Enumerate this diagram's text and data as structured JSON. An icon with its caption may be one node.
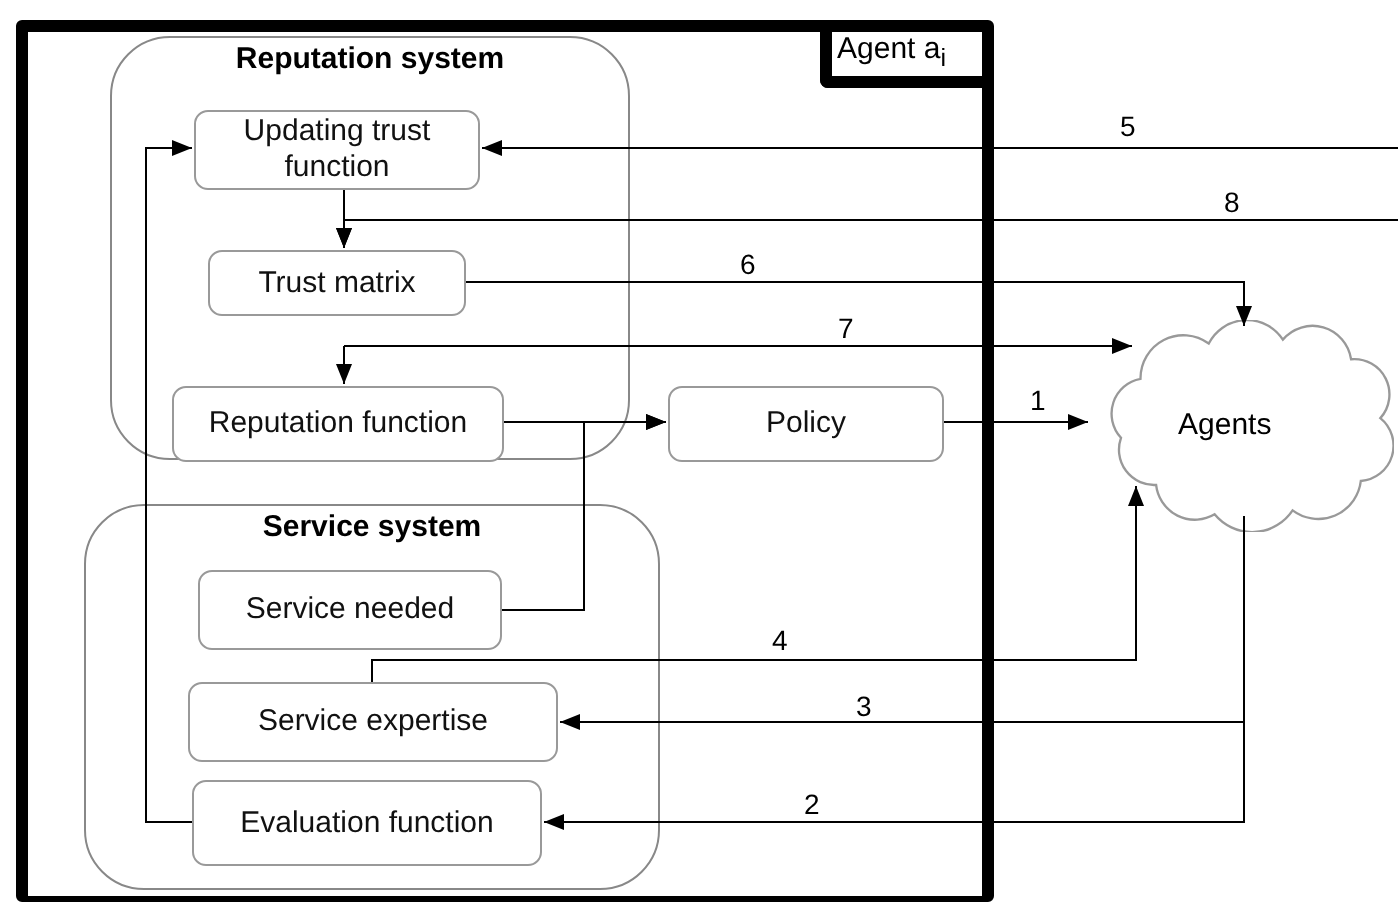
{
  "diagram": {
    "nodes": [
      {
        "text": [
          "Agent a$_{i}$"
        ]
      },
      {
        "text": [
          "Reputation system"
        ],
        "in": 0
      },
      {
        "text": [
          "Updating trust function"
        ],
        "in": 1
      },
      {
        "text": [
          "Trust matrix"
        ],
        "in": 1
      },
      {
        "text": [
          "Reputation function"
        ],
        "in": 1
      },
      {
        "text": [
          "Policy"
        ],
        "in": 0
      },
      {
        "text": [
          "Agents"
        ]
      },
      {
        "text": [
          "Service system"
        ],
        "in": 0
      },
      {
        "text": [
          "Service needed"
        ],
        "in": 7
      },
      {
        "text": [
          "Service expertise"
        ],
        "in": 7
      },
      {
        "text": [
          "Evaluation function"
        ],
        "in": 7
      }
    ],
    "edges": [
      {
        "from": null,
        "to": 2,
        "arrow": "to",
        "label": "5"
      },
      {
        "from": null,
        "to": 3,
        "arrow": "to",
        "label": "8"
      },
      {
        "from": 2,
        "to": 3,
        "arrow": "to"
      },
      {
        "from": 3,
        "to": 6,
        "arrow": "to",
        "label": "6"
      },
      {
        "from": 3,
        "to": 4,
        "arrow": "to"
      },
      {
        "from": 3,
        "to": 6,
        "arrow": "to",
        "label": "7"
      },
      {
        "from": 4,
        "to": 5,
        "arrow": "to"
      },
      {
        "from": 8,
        "to": 5,
        "arrow": "to"
      },
      {
        "from": 5,
        "to": 6,
        "arrow": "to",
        "label": "1"
      },
      {
        "from": 9,
        "to": 6,
        "arrow": "to",
        "label": "4"
      },
      {
        "from": 6,
        "to": 9,
        "arrow": "to",
        "label": "3"
      },
      {
        "from": 6,
        "to": 10,
        "arrow": "to",
        "label": "2"
      },
      {
        "from": 10,
        "to": 2,
        "arrow": "to"
      }
    ]
  }
}
